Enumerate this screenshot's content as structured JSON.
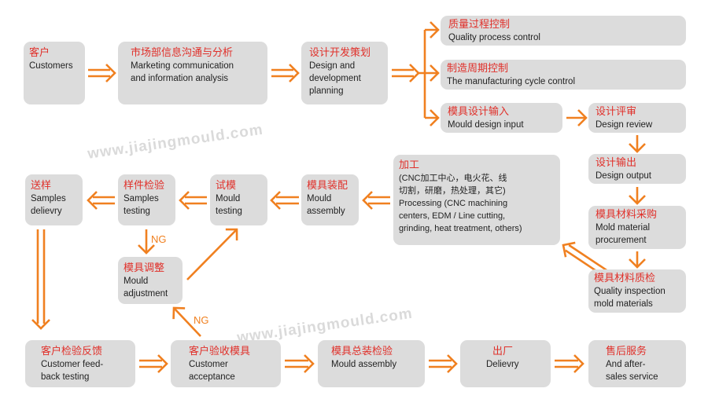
{
  "watermark": "www.jiajingmould.com",
  "accent": "#f08020",
  "ng_label": "NG",
  "steps": [
    {
      "zh": "客户",
      "en": "Customers"
    },
    {
      "zh": "市场部信息沟通与分析",
      "en": "Marketing communication\nand information analysis"
    },
    {
      "zh": "设计开发策划",
      "en": "Design and\ndevelopment\nplanning"
    },
    {
      "zh": "质量过程控制",
      "en": "Quality process control"
    },
    {
      "zh": "制造周期控制",
      "en": "The manufacturing cycle control"
    },
    {
      "zh": "模具设计输入",
      "en": "Mould design input"
    },
    {
      "zh": "设计评审",
      "en": "Design review"
    },
    {
      "zh": "设计输出",
      "en": "Design output"
    },
    {
      "zh": "模具材料采购",
      "en": "Mold material\nprocurement"
    },
    {
      "zh": "模具材料质检",
      "en": "Quality inspection\nmold materials"
    },
    {
      "zh": "加工",
      "en": "(CNC加工中心，电火花、线\n切割，研磨，热处理，其它)\nProcessing (CNC machining\ncenters, EDM / Line cutting,\ngrinding, heat treatment, others)"
    },
    {
      "zh": "模具装配",
      "en": "Mould\nassembly"
    },
    {
      "zh": "试模",
      "en": "Mould\ntesting"
    },
    {
      "zh": "样件检验",
      "en": "Samples\ntesting"
    },
    {
      "zh": "送样",
      "en": "Samples\ndelievry"
    },
    {
      "zh": "模具调整",
      "en": "Mould\nadjustment"
    },
    {
      "zh": "客户检验反馈",
      "en": "Customer feed-\nback testing"
    },
    {
      "zh": "客户验收模具",
      "en": "Customer\nacceptance"
    },
    {
      "zh": "模具总装检验",
      "en": "Mould assembly"
    },
    {
      "zh": "出厂",
      "en": "Delievry"
    },
    {
      "zh": "售后服务",
      "en": "And after-\nsales service"
    }
  ]
}
